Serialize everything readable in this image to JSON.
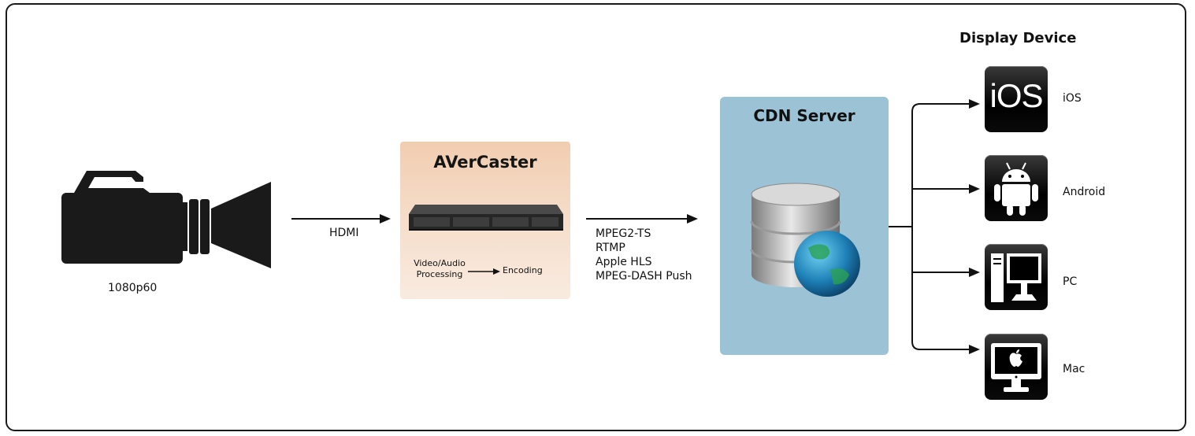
{
  "camera": {
    "caption": "1080p60"
  },
  "link1": {
    "label": "HDMI"
  },
  "encoder": {
    "title": "AVerCaster",
    "process_line1": "Video/Audio",
    "process_line2": "Processing",
    "process_result": "Encoding",
    "bg_color": "#f3d5bc"
  },
  "link2": {
    "protocols": [
      "MPEG2-TS",
      "RTMP",
      "Apple HLS",
      "MPEG-DASH Push"
    ]
  },
  "cdn": {
    "title": "CDN Server",
    "bg_color": "#9cc3d5"
  },
  "display": {
    "heading": "Display Device",
    "devices": [
      {
        "label": "iOS",
        "icon": "ios-icon",
        "icon_text": "iOS"
      },
      {
        "label": "Android",
        "icon": "android-icon"
      },
      {
        "label": "PC",
        "icon": "pc-icon"
      },
      {
        "label": "Mac",
        "icon": "mac-icon"
      }
    ]
  }
}
